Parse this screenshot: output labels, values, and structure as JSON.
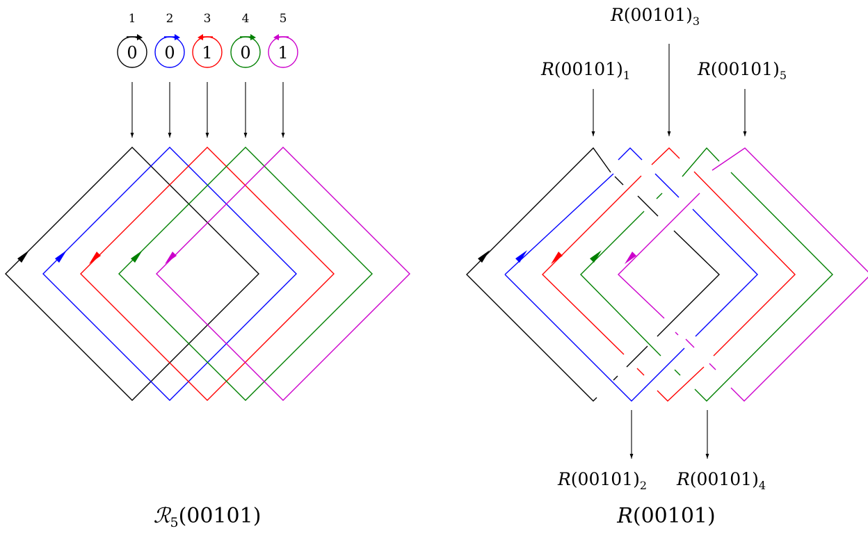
{
  "colors": {
    "strand1": "#000000",
    "strand2": "#0000ff",
    "strand3": "#ff0000",
    "strand4": "#008000",
    "strand5": "#cc00cc",
    "arrow": "#000000"
  },
  "left": {
    "indices": [
      "1",
      "2",
      "3",
      "4",
      "5"
    ],
    "bits": [
      "0",
      "0",
      "1",
      "0",
      "1"
    ],
    "caption": {
      "script": "ℛ",
      "sub": "5",
      "arg": "(00101)"
    }
  },
  "right": {
    "labels": {
      "top1": {
        "main": "R",
        "arg": "(00101)",
        "sub": "1"
      },
      "top3": {
        "main": "R",
        "arg": "(00101)",
        "sub": "3"
      },
      "top5": {
        "main": "R",
        "arg": "(00101)",
        "sub": "5"
      },
      "bot2": {
        "main": "R",
        "arg": "(00101)",
        "sub": "2"
      },
      "bot4": {
        "main": "R",
        "arg": "(00101)",
        "sub": "4"
      }
    },
    "caption": {
      "main": "R",
      "arg": "(00101)"
    }
  }
}
